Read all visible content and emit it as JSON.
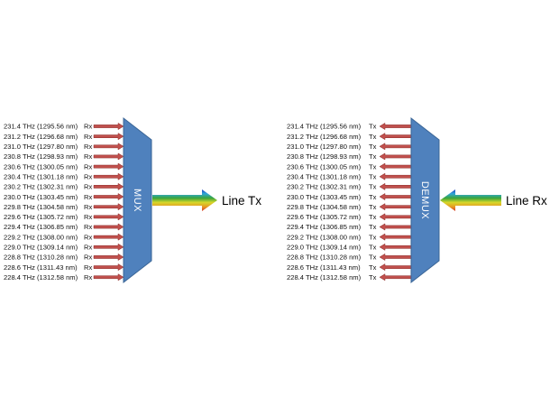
{
  "colors": {
    "block_fill": "#4f81bd",
    "block_stroke": "#3a6596",
    "arrow_red": "#c0504d",
    "arrow_red_dark": "#8c2d2a",
    "rainbow": [
      "#1f3fbf",
      "#2fa7d8",
      "#3aa53a",
      "#d7d72a",
      "#e69a22",
      "#d63a2a"
    ]
  },
  "mux": {
    "block_label": "MUX",
    "port_tag": "Rx",
    "line_label": "Line Tx"
  },
  "demux": {
    "block_label": "DEMUX",
    "port_tag": "Tx",
    "line_label": "Line Rx"
  },
  "channels": [
    {
      "freq": "231.4 THz",
      "wl": "(1295.56 nm)"
    },
    {
      "freq": "231.2 THz",
      "wl": "(1296.68 nm)"
    },
    {
      "freq": "231.0 THz",
      "wl": "(1297.80 nm)"
    },
    {
      "freq": "230.8 THz",
      "wl": "(1298.93 nm)"
    },
    {
      "freq": "230.6 THz",
      "wl": "(1300.05 nm)"
    },
    {
      "freq": "230.4 THz",
      "wl": "(1301.18 nm)"
    },
    {
      "freq": "230.2 THz",
      "wl": "(1302.31 nm)"
    },
    {
      "freq": "230.0 THz",
      "wl": "(1303.45 nm)"
    },
    {
      "freq": "229.8 THz",
      "wl": "(1304.58 nm)"
    },
    {
      "freq": "229.6 THz",
      "wl": "(1305.72 nm)"
    },
    {
      "freq": "229.4 THz",
      "wl": "(1306.85 nm)"
    },
    {
      "freq": "229.2 THz",
      "wl": "(1308.00 nm)"
    },
    {
      "freq": "229.0 THz",
      "wl": "(1309.14 nm)"
    },
    {
      "freq": "228.8 THz",
      "wl": "(1310.28 nm)"
    },
    {
      "freq": "228.6 THz",
      "wl": "(1311.43 nm)"
    },
    {
      "freq": "228.4 THz",
      "wl": "(1312.58 nm)"
    }
  ]
}
